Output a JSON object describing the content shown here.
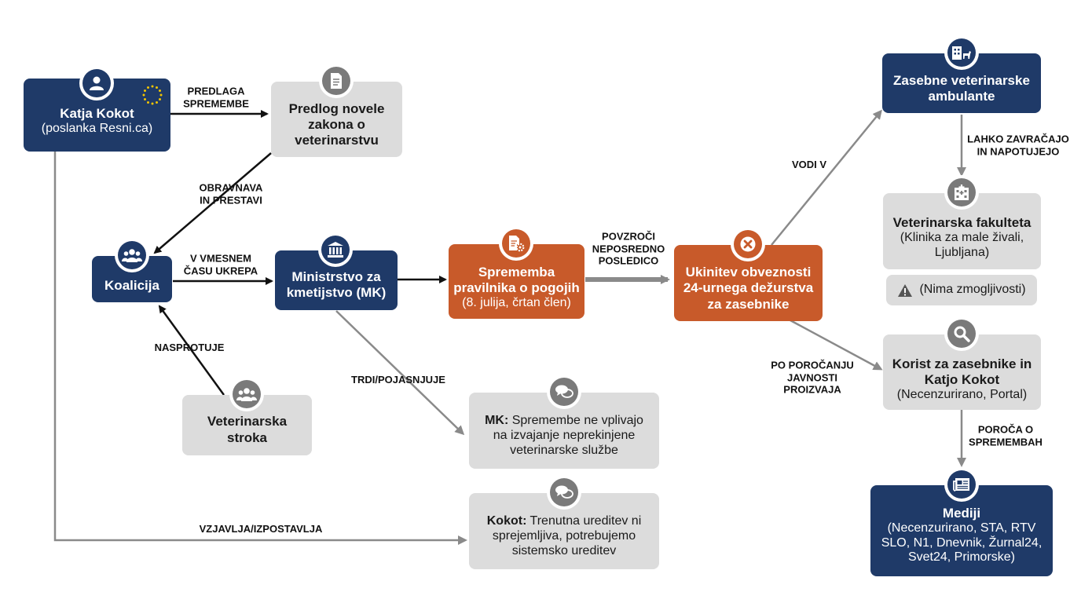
{
  "nodes": {
    "katja": {
      "title": "Katja Kokot",
      "subtitle": "(poslanka Resni.ca)"
    },
    "predlog": {
      "title_l1": "Predlog novele",
      "title_l2": "zakona o",
      "title_l3": "veterinarstvu"
    },
    "koalicija": {
      "title": "Koalicija"
    },
    "ministrstvo": {
      "title_l1": "Ministrstvo za",
      "title_l2": "kmetijstvo (MK)"
    },
    "sprememba": {
      "title_l1": "Sprememba",
      "title_l2": "pravilnika o pogojih",
      "subtitle": "(8. julija, črtan člen)"
    },
    "ukinitev": {
      "title_l1": "Ukinitev obveznosti",
      "title_l2": "24-urnega dežurstva",
      "title_l3": "za zasebnike"
    },
    "stroka": {
      "title_l1": "Veterinarska",
      "title_l2": "stroka"
    },
    "mk_quote": {
      "speaker": "MK:",
      "text_l1": "Spremembe ne vplivajo",
      "text_l2": "na izvajanje neprekinjene",
      "text_l3": "veterinarske službe"
    },
    "kokot_quote": {
      "speaker": "Kokot:",
      "text_l1": "Trenutna ureditev ni",
      "text_l2": "sprejemljiva, potrebujemo",
      "text_l3": "sistemsko ureditev"
    },
    "zasebne": {
      "title_l1": "Zasebne veterinarske",
      "title_l2": "ambulante"
    },
    "fakulteta": {
      "title": "Veterinarska fakulteta",
      "subtitle_l1": "(Klinika za male živali,",
      "subtitle_l2": "Ljubljana)"
    },
    "zmogljivosti": {
      "text": "(Nima zmogljivosti)"
    },
    "korist": {
      "title_l1": "Korist za zasebnike in",
      "title_l2": "Katjo Kokot",
      "subtitle": "(Necenzurirano, Portal)"
    },
    "mediji": {
      "title": "Mediji",
      "subtitle_l1": "(Necenzurirano, STA, RTV",
      "subtitle_l2": "SLO, N1, Dnevnik, Žurnal24,",
      "subtitle_l3": "Svet24, Primorske)"
    }
  },
  "edges": {
    "predlaga": {
      "l1": "PREDLAGA",
      "l2": "SPREMEMBE"
    },
    "obravnava": {
      "l1": "OBRAVNAVA",
      "l2": "IN PRESTAVI"
    },
    "vmesnem": {
      "l1": "V VMESNEM",
      "l2": "ČASU UKREPA"
    },
    "nasprotuje": {
      "l1": "NASPROTUJE"
    },
    "trdi": {
      "l1": "TRDI/POJASNJUJE"
    },
    "vzjavlja": {
      "l1": "VZJAVLJA/IZPOSTAVLJA"
    },
    "povzroci": {
      "l1": "POVZROČI",
      "l2": "NEPOSREDNO",
      "l3": "POSLEDICO"
    },
    "vodi": {
      "l1": "VODI V"
    },
    "po_porocanju": {
      "l1": "PO POROČANJU",
      "l2": "JAVNOSTI",
      "l3": "PROIZVAJA"
    },
    "lahko": {
      "l1": "LAHKO ZAVRAČAJO",
      "l2": "IN NAPOTUJEJO"
    },
    "poroca": {
      "l1": "POROČA O",
      "l2": "SPREMEMBAH"
    }
  },
  "icons": {
    "katja": "person-icon",
    "eu": "eu-flag-icon",
    "predlog": "document-icon",
    "koalicija": "group-icon",
    "ministrstvo": "government-building-icon",
    "sprememba": "document-gear-icon",
    "ukinitev": "close-circle-icon",
    "stroka": "group-icon",
    "mk_quote": "chat-icon",
    "kokot_quote": "chat-icon",
    "zasebne": "clinic-dog-icon",
    "fakulteta": "hospital-icon",
    "zmogljivosti": "warning-icon",
    "korist": "magnifier-icon",
    "mediji": "newspaper-icon"
  },
  "colors": {
    "navy": "#1f3a68",
    "gray": "#dcdcdc",
    "orange": "#c85a2a",
    "arrow_dark": "#111111",
    "arrow_gray": "#8a8a8a"
  }
}
